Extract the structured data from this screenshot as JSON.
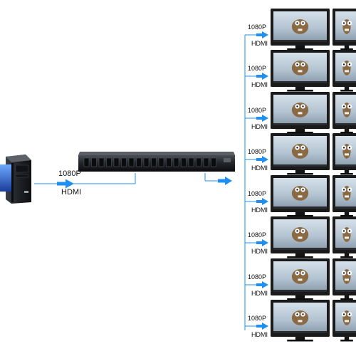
{
  "source": {
    "resolution": "1080P",
    "interface": "HDMI"
  },
  "outputs": [
    {
      "resolution": "1080P",
      "interface": "HDMI"
    },
    {
      "resolution": "1080P",
      "interface": "HDMI"
    },
    {
      "resolution": "1080P",
      "interface": "HDMI"
    },
    {
      "resolution": "1080P",
      "interface": "HDMI"
    },
    {
      "resolution": "1080P",
      "interface": "HDMI"
    },
    {
      "resolution": "1080P",
      "interface": "HDMI"
    },
    {
      "resolution": "1080P",
      "interface": "HDMI"
    },
    {
      "resolution": "1080P",
      "interface": "HDMI"
    }
  ],
  "colors": {
    "connector": "#1f8ff0",
    "splitter_body": "#2a2d33",
    "tv_bezel": "#1a1a1a",
    "tv_screen_bg": "#b9c8d4"
  },
  "icons": {
    "source": "desktop-computer-icon",
    "splitter": "hdmi-splitter-icon",
    "display": "tv-monitor-icon"
  }
}
